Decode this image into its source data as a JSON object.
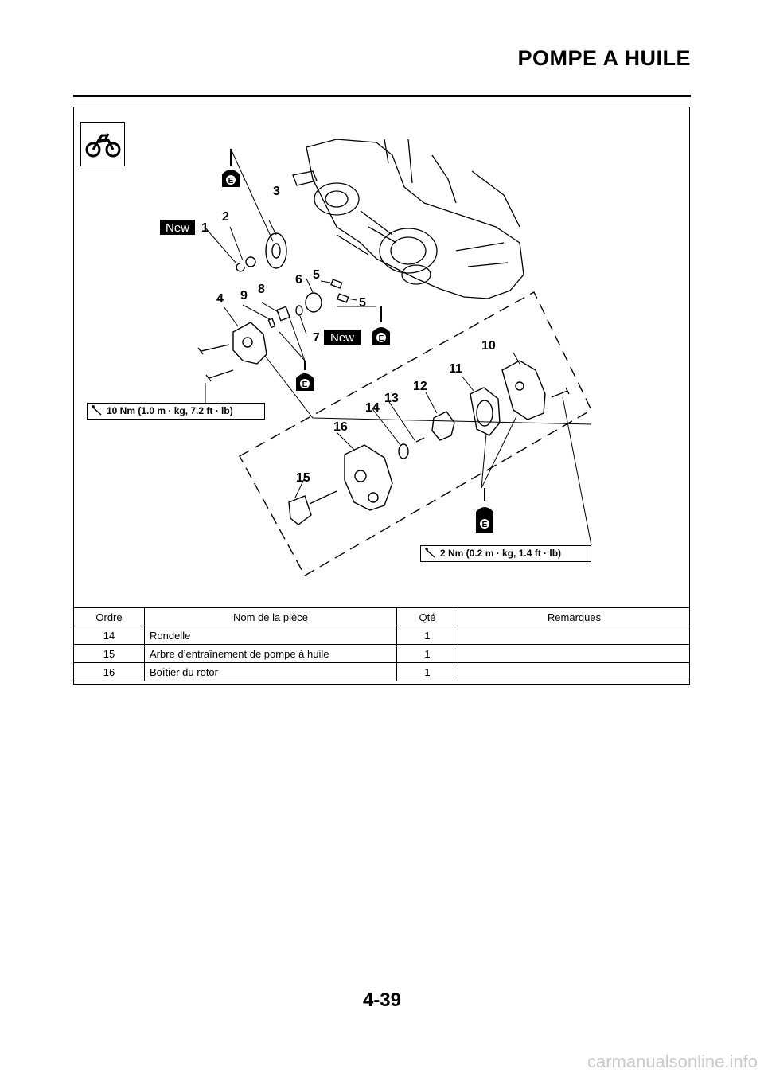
{
  "header": {
    "title": "POMPE A HUILE"
  },
  "diagram": {
    "callouts": [
      "1",
      "2",
      "3",
      "4",
      "5",
      "5",
      "6",
      "7",
      "8",
      "9",
      "10",
      "11",
      "12",
      "13",
      "14",
      "15",
      "16"
    ],
    "new_label": "New",
    "oil_symbol": "E",
    "torque_specs": {
      "bolt_10": "10 Nm (1.0 m · kg, 7.2 ft · lb)",
      "bolt_2": "2 Nm (0.2 m · kg, 1.4 ft · lb)"
    },
    "icons": [
      "motorcycle-icon",
      "torque-wrench-icon",
      "engine-oil-icon"
    ]
  },
  "table": {
    "headers": [
      "Ordre",
      "Nom de la pièce",
      "Qté",
      "Remarques"
    ],
    "rows": [
      {
        "order": "14",
        "name": "Rondelle",
        "qty": "1",
        "remarks": ""
      },
      {
        "order": "15",
        "name": "Arbre d’entraînement de pompe à huile",
        "qty": "1",
        "remarks": ""
      },
      {
        "order": "16",
        "name": "Boîtier du rotor",
        "qty": "1",
        "remarks": ""
      }
    ]
  },
  "footer": {
    "page_number": "4-39",
    "watermark": "carmanualsonline.info"
  }
}
